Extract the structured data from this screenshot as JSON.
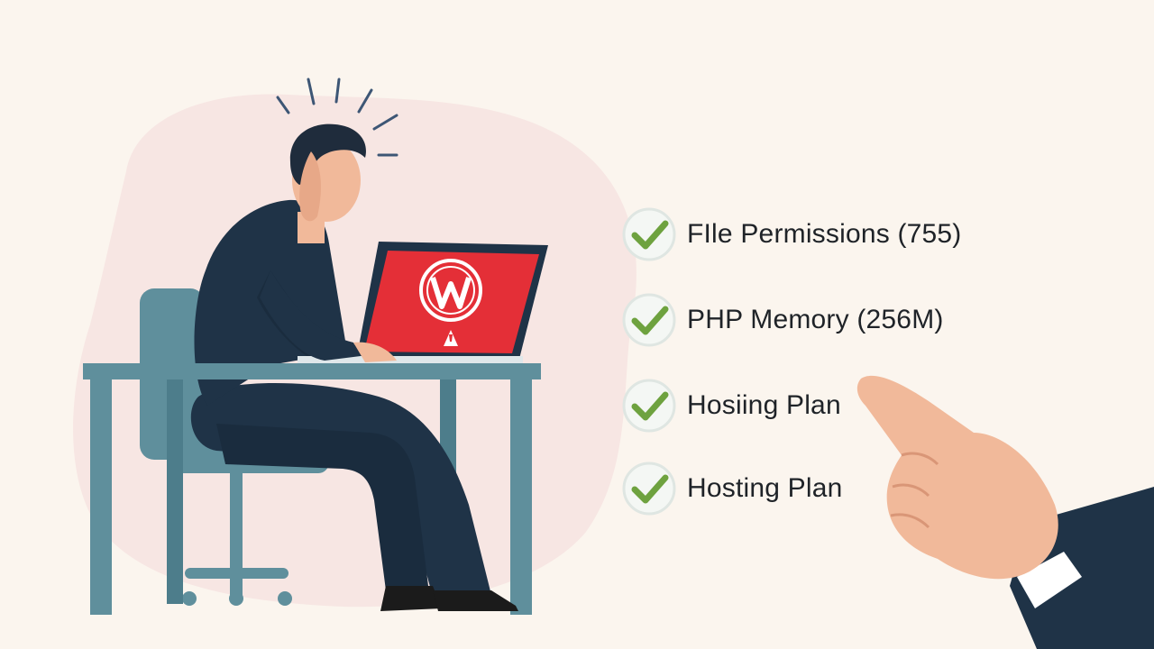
{
  "checklist": {
    "items": [
      {
        "label": "FIle Permissions (755)",
        "icon": "checkmark-icon",
        "checked": true
      },
      {
        "label": "PHP Memory (256M)",
        "icon": "checkmark-icon",
        "checked": true
      },
      {
        "label": "Hosiing Plan",
        "icon": "checkmark-icon",
        "checked": true
      },
      {
        "label": "Hosting Plan",
        "icon": "checkmark-icon",
        "checked": true
      }
    ]
  },
  "laptop_screen": {
    "icons": [
      "wordpress-logo-icon",
      "warning-icon"
    ]
  },
  "colors": {
    "background": "#fbf5ee",
    "blob": "#f7e6e3",
    "laptop_screen": "#e42f37",
    "suit": "#1f3347",
    "desk": "#5f8f9c",
    "check_green": "#6ea23f",
    "skin": "#f1b99a"
  }
}
